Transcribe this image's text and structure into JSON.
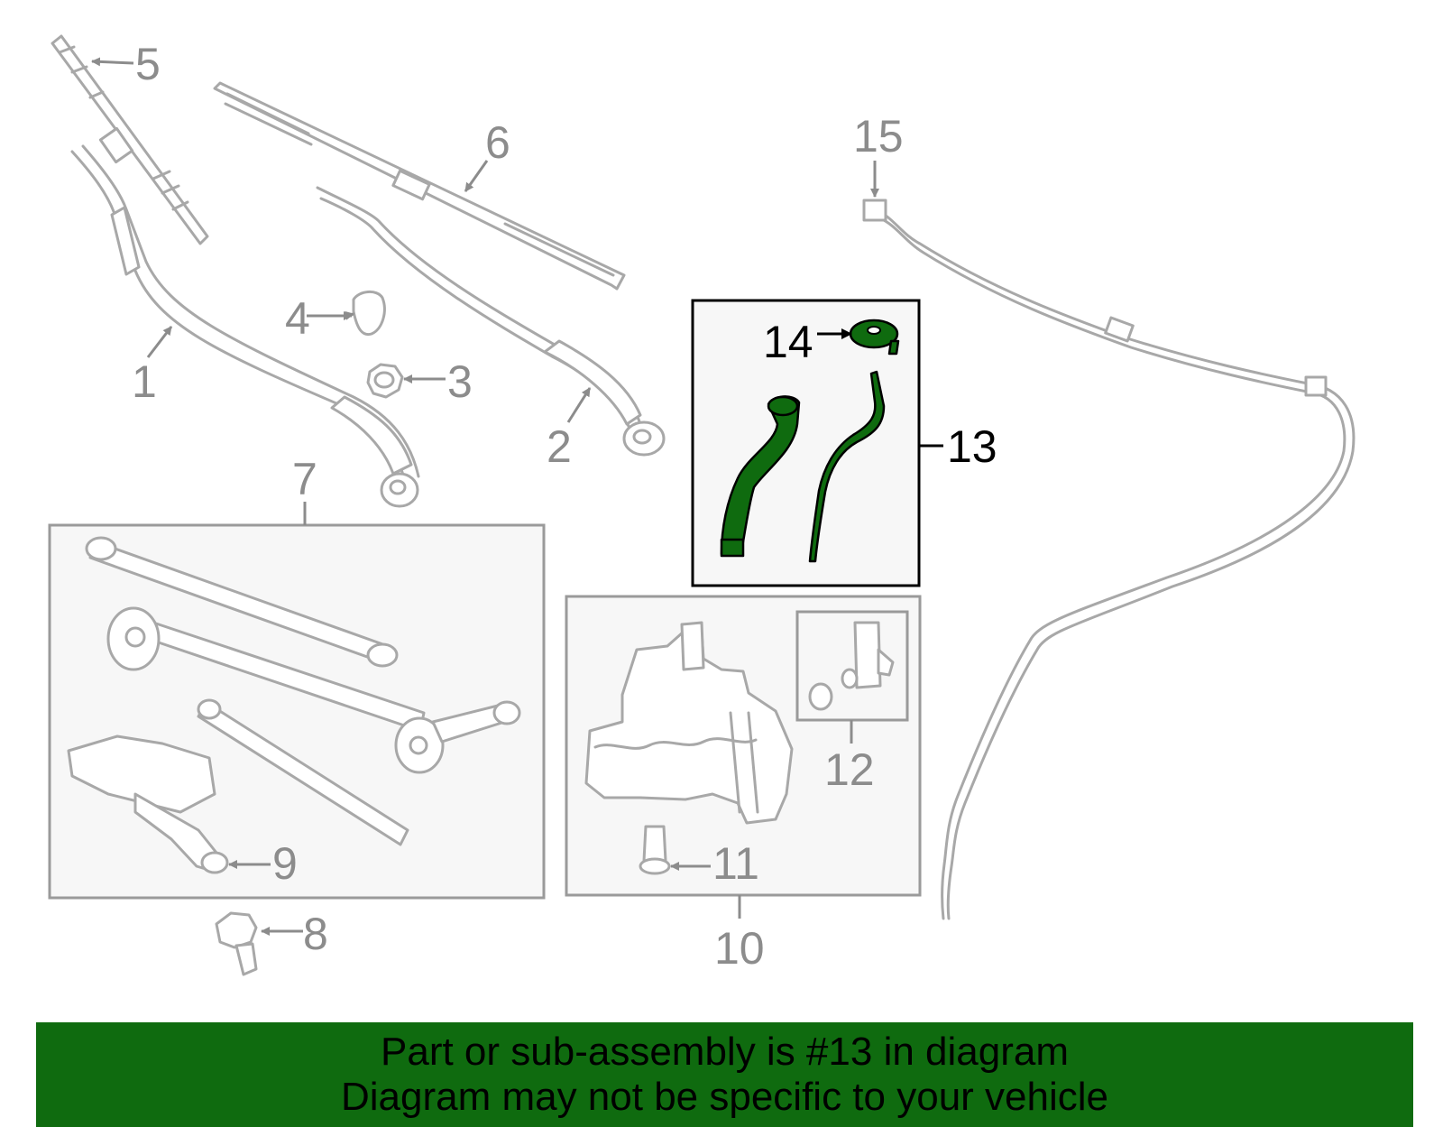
{
  "callouts": {
    "c1": "1",
    "c2": "2",
    "c3": "3",
    "c4": "4",
    "c5": "5",
    "c6": "6",
    "c7": "7",
    "c8": "8",
    "c9": "9",
    "c10": "10",
    "c11": "11",
    "c12": "12",
    "c13": "13",
    "c14": "14",
    "c15": "15"
  },
  "highlight_color": "#0f6b0f",
  "banner": {
    "line1": "Part or sub-assembly is #13 in diagram",
    "line2": "Diagram may not be specific to your vehicle"
  }
}
